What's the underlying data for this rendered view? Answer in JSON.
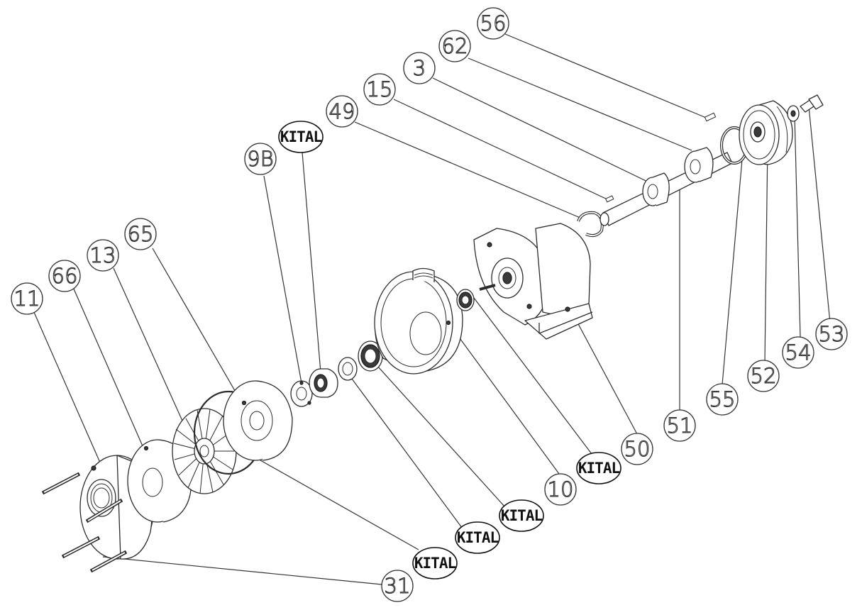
{
  "callouts": {
    "c56": "56",
    "c62": "62",
    "c3": "3",
    "c15": "15",
    "c49": "49",
    "c9b": "9B",
    "c65": "65",
    "c13": "13",
    "c66": "66",
    "c11": "11",
    "c50": "50",
    "c51": "51",
    "c55": "55",
    "c52": "52",
    "c54": "54",
    "c53": "53",
    "c10": "10",
    "c31": "31"
  },
  "kital": {
    "top": "KITAL",
    "seal_housing": "KITAL",
    "seal_ring": "KITAL",
    "washer": "KITAL",
    "oring": "KITAL"
  }
}
